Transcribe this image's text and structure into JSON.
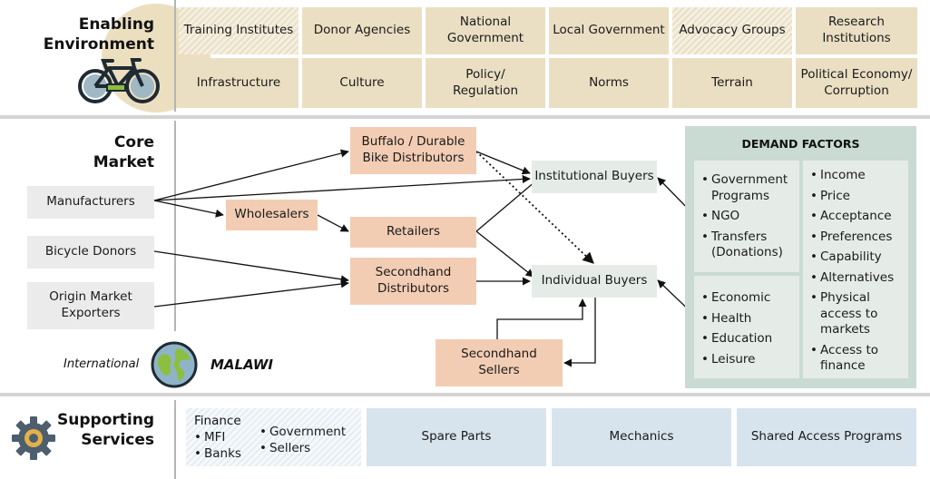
{
  "enabling": {
    "title_line1": "Enabling",
    "title_line2": "Environment",
    "actors": [
      "Training Institutes",
      "Donor Agencies",
      "National Government",
      "Local Government",
      "Advocacy Groups",
      "Research Institutions"
    ],
    "factors": [
      "Infrastructure",
      "Culture",
      "Policy/ Regulation",
      "Norms",
      "Terrain",
      "Political Economy/ Corruption"
    ]
  },
  "core": {
    "title_line1": "Core",
    "title_line2": "Market",
    "suppliers": [
      "Manufacturers",
      "Bicycle Donors",
      "Origin Market Exporters"
    ],
    "wholesalers": "Wholesalers",
    "buffalo": "Buffalo / Durable Bike Distributors",
    "retailers": "Retailers",
    "secondhand_distributors": "Secondhand Distributors",
    "secondhand_sellers": "Secondhand Sellers",
    "institutional_buyers": "Institutional Buyers",
    "individual_buyers": "Individual Buyers",
    "international_label": "International",
    "malawi_label": "MALAWI"
  },
  "demand": {
    "title": "DEMAND FACTORS",
    "institutional": [
      "Government Programs",
      "NGO",
      "Transfers (Donations)"
    ],
    "individual": [
      "Economic",
      "Health",
      "Education",
      "Leisure"
    ],
    "right": [
      "Income",
      "Price",
      "Acceptance",
      "Preferences",
      "Capability",
      "Alternatives",
      "Physical access to markets",
      "Access to finance"
    ]
  },
  "supporting": {
    "title_line1": "Supporting",
    "title_line2": "Services",
    "finance_title": "Finance",
    "finance_items_left": [
      "MFI",
      "Banks"
    ],
    "finance_items_right": [
      "Government",
      "Sellers"
    ],
    "services": [
      "Spare Parts",
      "Mechanics",
      "Shared Access Programs"
    ]
  },
  "colors": {
    "tan": "#eadfc3",
    "peach": "#f2cdb4",
    "grey": "#ebebeb",
    "mint": "#e5ece8",
    "demand_panel": "#c9dbd3",
    "blue": "#d7e4ee"
  },
  "icons": [
    "bicycle-icon",
    "globe-icon",
    "gear-icon"
  ]
}
